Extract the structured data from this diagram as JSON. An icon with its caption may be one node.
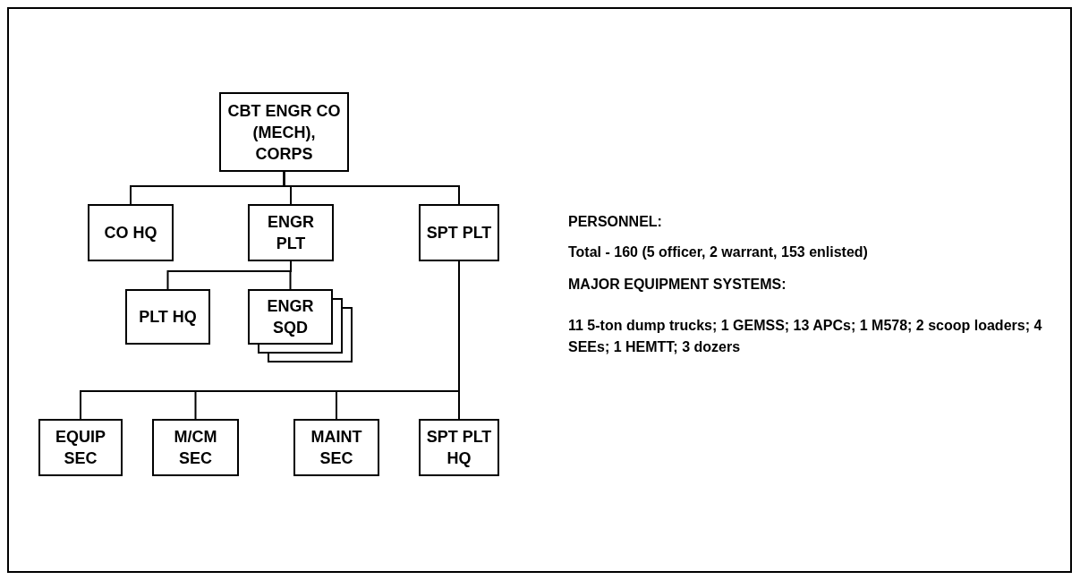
{
  "diagram": {
    "nodes": [
      {
        "text": [
          "CBT ENGR CO (MECH), CORPS"
        ]
      },
      {
        "text": [
          "CO HQ"
        ]
      },
      {
        "text": [
          "ENGR PLT"
        ]
      },
      {
        "text": [
          "SPT PLT"
        ]
      },
      {
        "text": [
          "PLT HQ"
        ]
      },
      {
        "text": [
          "ENGR SQD"
        ]
      },
      {
        "text": [
          "EQUIP SEC"
        ]
      },
      {
        "text": [
          "M/CM SEC"
        ]
      },
      {
        "text": [
          "MAINT SEC"
        ]
      },
      {
        "text": [
          "SPT PLT HQ"
        ]
      }
    ],
    "edges": [
      {
        "from": 0,
        "to": 1,
        "arrow": "none"
      },
      {
        "from": 0,
        "to": 2,
        "arrow": "none"
      },
      {
        "from": 0,
        "to": 3,
        "arrow": "none"
      },
      {
        "from": 2,
        "to": 4,
        "arrow": "none"
      },
      {
        "from": 2,
        "to": 5,
        "arrow": "none"
      },
      {
        "from": 3,
        "to": 6,
        "arrow": "none"
      },
      {
        "from": 3,
        "to": 7,
        "arrow": "none"
      },
      {
        "from": 3,
        "to": 8,
        "arrow": "none"
      },
      {
        "from": 3,
        "to": 9,
        "arrow": "none"
      }
    ],
    "labels": [
      "PERSONNEL:",
      "Total - 160 (5 officer, 2 warrant, 153 enlisted)",
      "MAJOR EQUIPMENT SYSTEMS:",
      "11 5-ton dump trucks; 1 GEMSS; 13 APCs; 1 M578; 2 scoop loaders; 4 SEEs; 1 HEMTT; 3 dozers"
    ]
  }
}
